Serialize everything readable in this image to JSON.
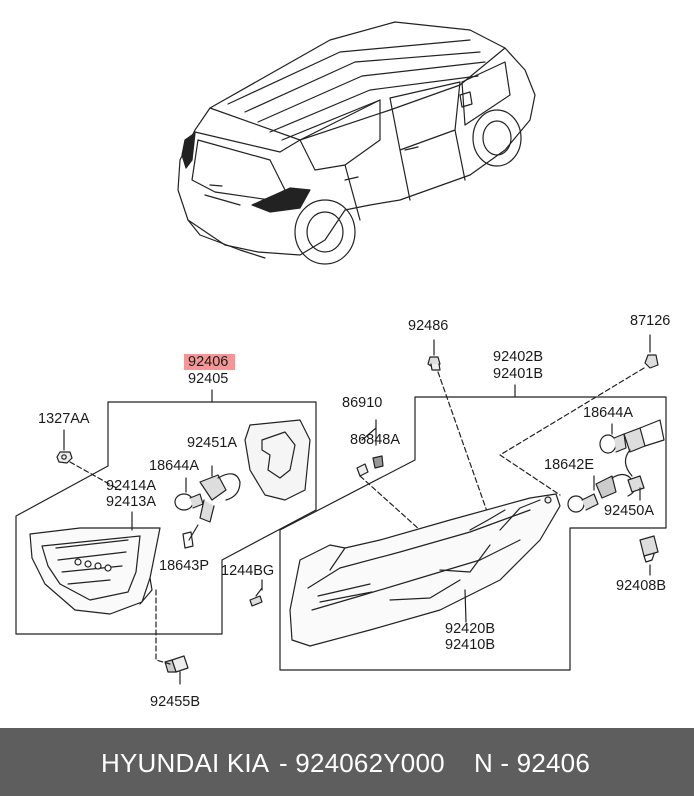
{
  "diagram": {
    "labels": {
      "l92406": "92406",
      "l92405": "92405",
      "l1327AA": "1327AA",
      "l92451A": "92451A",
      "l18644A_left": "18644A",
      "l92414A": "92414A",
      "l92413A": "92413A",
      "l18643P": "18643P",
      "l92455B": "92455B",
      "l1244BG": "1244BG",
      "l86910": "86910",
      "l86848A": "86848A",
      "l92486": "92486",
      "l92402B": "92402B",
      "l92401B": "92401B",
      "l87126": "87126",
      "l18644A_right": "18644A",
      "l18642E": "18642E",
      "l92450A": "92450A",
      "l92420B": "92420B",
      "l92410B": "92410B",
      "l92408B": "92408B"
    },
    "highlight_color": "#f06e6e"
  },
  "footer": {
    "brand": "HYUNDAI  KIA",
    "part_number": "- 924062Y000",
    "np": "N - 92406",
    "background": "#5e5e5e"
  }
}
